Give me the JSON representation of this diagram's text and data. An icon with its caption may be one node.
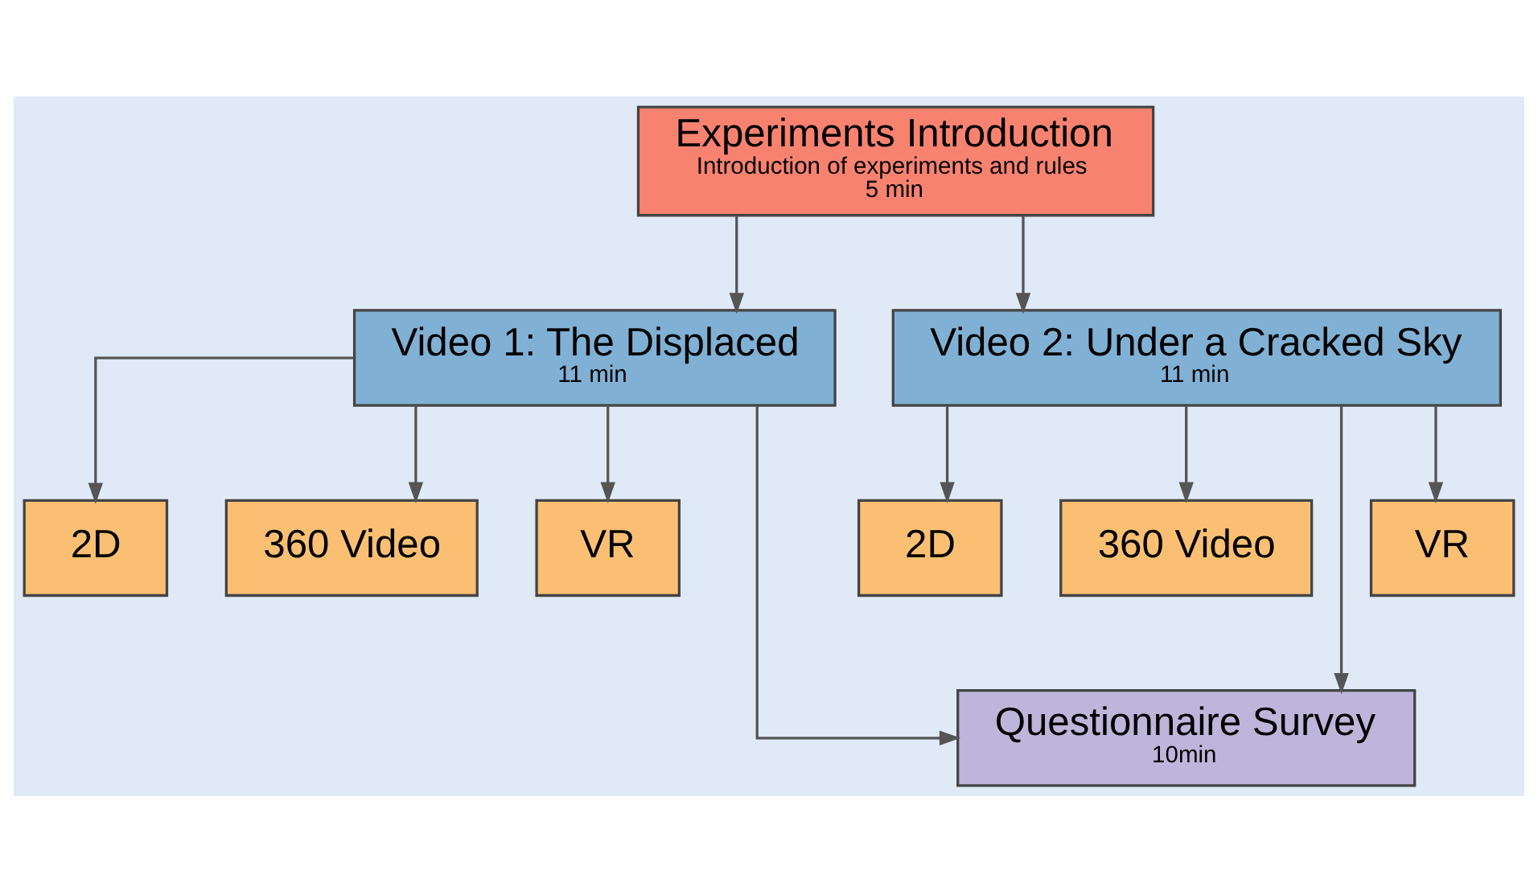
{
  "diagram": {
    "nodes": [
      {
        "text": [
          "Experiments Introduction",
          "Introduction of experiments and rules",
          "5 min"
        ]
      },
      {
        "text": [
          "Video 1: The Displaced",
          "11 min"
        ]
      },
      {
        "text": [
          "Video 2: Under a Cracked Sky",
          "11 min"
        ]
      },
      {
        "text": [
          "2D"
        ]
      },
      {
        "text": [
          "360 Video"
        ]
      },
      {
        "text": [
          "VR"
        ]
      },
      {
        "text": [
          "2D"
        ]
      },
      {
        "text": [
          "360 Video"
        ]
      },
      {
        "text": [
          "VR"
        ]
      },
      {
        "text": [
          "Questionnaire Survey",
          "10min"
        ]
      }
    ],
    "edges": [
      {
        "from": 0,
        "to": 1,
        "arrow": "to"
      },
      {
        "from": 0,
        "to": 2,
        "arrow": "to"
      },
      {
        "from": 1,
        "to": 3,
        "arrow": "to"
      },
      {
        "from": 1,
        "to": 4,
        "arrow": "to"
      },
      {
        "from": 1,
        "to": 5,
        "arrow": "to"
      },
      {
        "from": 2,
        "to": 6,
        "arrow": "to"
      },
      {
        "from": 2,
        "to": 7,
        "arrow": "to"
      },
      {
        "from": 2,
        "to": 8,
        "arrow": "to"
      },
      {
        "from": 1,
        "to": 9,
        "arrow": "to"
      },
      {
        "from": 2,
        "to": 9,
        "arrow": "to"
      }
    ]
  }
}
